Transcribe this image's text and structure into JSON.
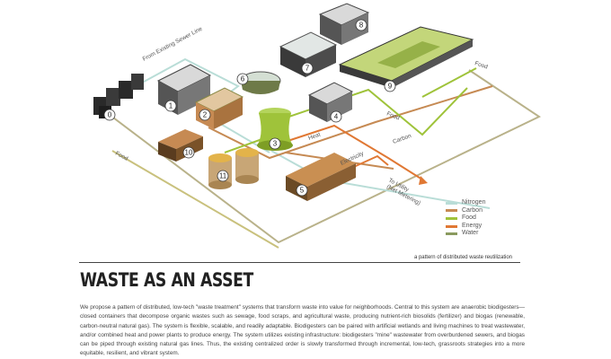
{
  "diagram": {
    "nodes": [
      {
        "id": "0",
        "label": "0"
      },
      {
        "id": "1",
        "label": "1"
      },
      {
        "id": "2",
        "label": "2"
      },
      {
        "id": "3",
        "label": "3"
      },
      {
        "id": "4",
        "label": "4"
      },
      {
        "id": "5",
        "label": "5"
      },
      {
        "id": "6",
        "label": "6"
      },
      {
        "id": "7",
        "label": "7"
      },
      {
        "id": "8",
        "label": "8"
      },
      {
        "id": "9",
        "label": "9"
      },
      {
        "id": "10",
        "label": "10"
      },
      {
        "id": "11",
        "label": "11"
      }
    ],
    "flow_labels": {
      "sewer": "From Existing Sewer Line",
      "food_left": "Food",
      "food_right_top": "Food",
      "food_right_mid": "Food",
      "heat": "Heat",
      "electricity": "Electricity",
      "carbon": "Carbon",
      "to_utility": "To Utility",
      "net_metering": "(Net Metering)"
    },
    "colors": {
      "nitrogen": "#b9ddd7",
      "carbon": "#c68a53",
      "food": "#9fc33a",
      "energy": "#e07834",
      "water": "#8a9a5e"
    }
  },
  "legend": {
    "items": [
      {
        "label": "Nitrogen",
        "color": "#b9ddd7"
      },
      {
        "label": "Carbon",
        "color": "#c68a53"
      },
      {
        "label": "Food",
        "color": "#9fc33a"
      },
      {
        "label": "Energy",
        "color": "#e07834"
      },
      {
        "label": "Water",
        "color": "#8a9a5e"
      }
    ]
  },
  "caption": "a pattern of distributed waste reutilization",
  "title": "WASTE AS AN ASSET",
  "body": "We propose a pattern of distributed, low-tech \"waste treatment\" systems that transform waste into value for neighborhoods. Central to this system are anaerobic biodigesters—closed containers that decompose organic wastes such as sewage, food scraps, and agricultural waste, producing nutrient-rich biosolids (fertilizer) and biogas (renewable, carbon-neutral natural gas). The system is flexible, scalable, and readily adaptable. Biodigesters can be paired with artificial wetlands and living machines to treat wastewater, and/or combined heat and power plants to produce energy. The system utilizes existing infrastructure: biodigesters \"mine\" wastewater from overburdened sewers, and biogas can be piped through existing natural gas lines. Thus, the existing centralized order is slowly transformed through incremental, low-tech, grassroots strategies into a more equitable, resilient, and vibrant system."
}
